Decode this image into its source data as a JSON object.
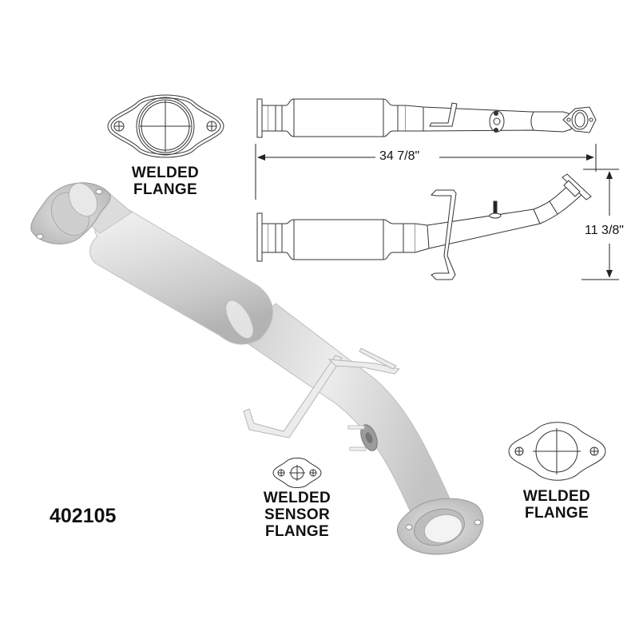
{
  "diagram": {
    "part_number": "402105",
    "colors": {
      "line": "#333333",
      "metal_light": "#f0f0f0",
      "metal_mid": "#d4d4d4",
      "metal_dark": "#a8a8a8",
      "text": "#111111"
    },
    "callouts": [
      {
        "id": "inlet-flange",
        "lines": [
          "WELDED",
          "FLANGE"
        ],
        "icon": "two-bolt-flange-icon"
      },
      {
        "id": "sensor-flange",
        "lines": [
          "WELDED",
          "SENSOR",
          "FLANGE"
        ],
        "icon": "sensor-flange-icon"
      },
      {
        "id": "outlet-flange",
        "lines": [
          "WELDED",
          "FLANGE"
        ],
        "icon": "two-bolt-flange-icon"
      }
    ],
    "dimensions": {
      "length": "34 7/8\"",
      "height": "11 3/8\""
    },
    "views": [
      {
        "id": "top-view",
        "name": "top orthographic view"
      },
      {
        "id": "side-view",
        "name": "side orthographic view"
      },
      {
        "id": "isometric-view",
        "name": "3D rendered catalytic converter"
      }
    ]
  }
}
